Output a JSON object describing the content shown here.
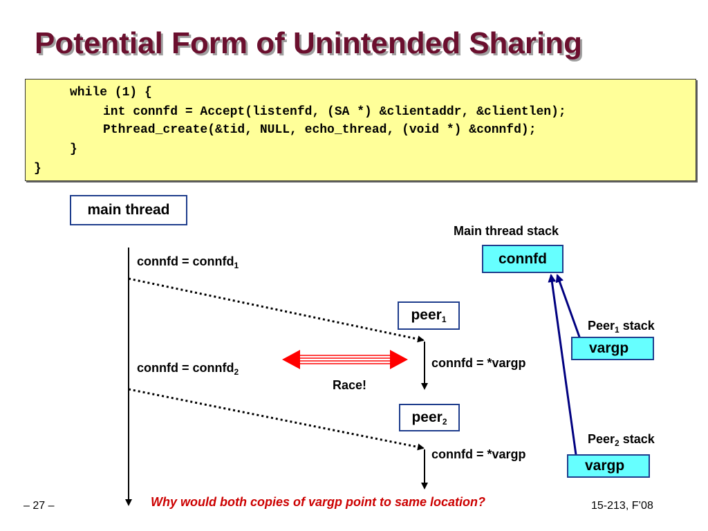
{
  "title": "Potential Form of Unintended Sharing",
  "code": [
    "while (1) {",
    "int connfd = Accept(listenfd, (SA *) &clientaddr, &clientlen);",
    "Pthread_create(&tid, NULL, echo_thread, (void *) &connfd);",
    "}",
    "}"
  ],
  "diagram": {
    "main_thread": "main thread",
    "main_stack_label": "Main thread stack",
    "connfd_box": "connfd",
    "assign1": {
      "text": "connfd = connfd",
      "sub": "1"
    },
    "assign2": {
      "text": "connfd = connfd",
      "sub": "2"
    },
    "peer1": {
      "text": "peer",
      "sub": "1"
    },
    "peer2": {
      "text": "peer",
      "sub": "2"
    },
    "peer1_deref": "connfd = *vargp",
    "peer2_deref": "connfd = *vargp",
    "peer1_stack": {
      "text": "Peer",
      "sub": "1",
      "suffix": " stack"
    },
    "peer2_stack": {
      "text": "Peer",
      "sub": "2",
      "suffix": " stack"
    },
    "vargp1": "vargp",
    "vargp2": "vargp",
    "race": "Race!",
    "colors": {
      "arrow": "#000080",
      "race": "#ff0000",
      "stack_fill": "#66ffff"
    }
  },
  "question": "Why would both copies of vargp point to same location?",
  "footer": {
    "page": "– 27 –",
    "course": "15-213, F’08"
  }
}
